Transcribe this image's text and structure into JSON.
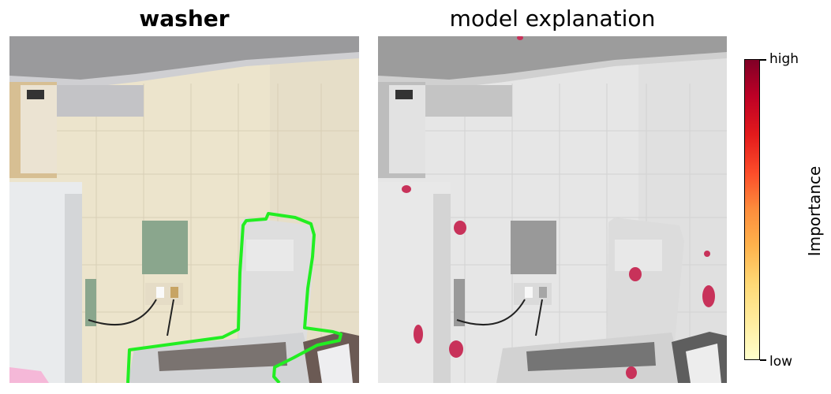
{
  "panels": {
    "left_title": "washer",
    "right_title": "model explanation"
  },
  "colorbar": {
    "title": "Importance",
    "high_label": "high",
    "low_label": "low",
    "colors": [
      "#ffffcc",
      "#ffeda0",
      "#fed976",
      "#feb24c",
      "#fd8d3c",
      "#fc4e2a",
      "#e31a1c",
      "#bd0026",
      "#800026"
    ]
  },
  "overlay": {
    "outline_color": "#22ee22",
    "highlight_color": "#c8325a"
  }
}
